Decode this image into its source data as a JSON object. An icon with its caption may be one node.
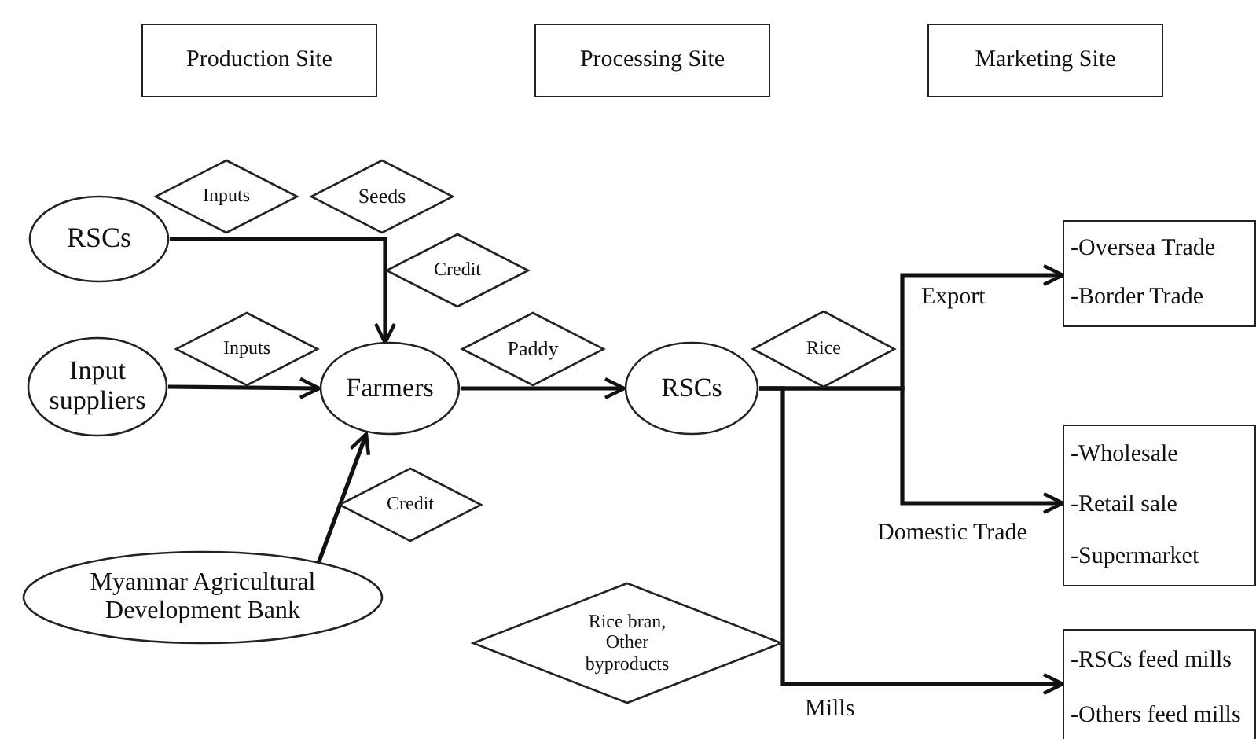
{
  "diagram": {
    "nodes": [
      {
        "text": [
          "Production Site"
        ]
      },
      {
        "text": [
          "Processing Site"
        ]
      },
      {
        "text": [
          "Marketing Site"
        ]
      },
      {
        "text": [
          "RSCs"
        ]
      },
      {
        "text": [
          "Input suppliers"
        ]
      },
      {
        "text": [
          "Farmers"
        ]
      },
      {
        "text": [
          "Myanmar Agricultural Development Bank"
        ]
      },
      {
        "text": [
          "RSCs"
        ]
      },
      {
        "text": [
          "Inputs"
        ]
      },
      {
        "text": [
          "Seeds"
        ]
      },
      {
        "text": [
          "Credit"
        ]
      },
      {
        "text": [
          "Inputs"
        ]
      },
      {
        "text": [
          "Paddy"
        ]
      },
      {
        "text": [
          "Credit"
        ]
      },
      {
        "text": [
          "Rice"
        ]
      },
      {
        "text": [
          "Rice bran, Other byproducts"
        ]
      },
      {
        "text": [
          "-Oversea Trade",
          "-Border Trade"
        ]
      },
      {
        "text": [
          "-Wholesale",
          "-Retail sale",
          "-Supermarket"
        ]
      },
      {
        "text": [
          "-RSCs feed mills",
          "-Others feed mills"
        ]
      }
    ],
    "edges": [
      {
        "from": 3,
        "to": 5,
        "arrow": "to"
      },
      {
        "from": 4,
        "to": 5,
        "arrow": "to"
      },
      {
        "from": 6,
        "to": 5,
        "arrow": "to"
      },
      {
        "from": 5,
        "to": 7,
        "arrow": "to"
      },
      {
        "from": 7,
        "to": 16,
        "arrow": "to",
        "label": "Export"
      },
      {
        "from": 7,
        "to": 17,
        "arrow": "to",
        "label": "Domestic Trade"
      },
      {
        "from": 7,
        "to": 18,
        "arrow": "to",
        "label": "Mills"
      }
    ]
  }
}
